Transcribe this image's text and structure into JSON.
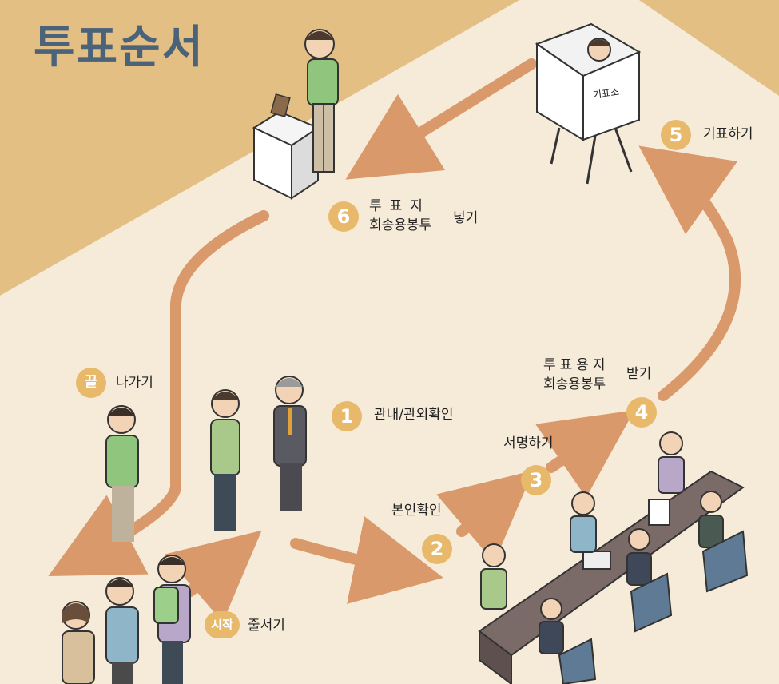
{
  "title": "투표순서",
  "colors": {
    "background": "#f6ebd8",
    "band": "#e3bf84",
    "arrow": "#d9996a",
    "badge": "#e8b96a",
    "title": "#4a627a"
  },
  "steps": {
    "start": {
      "badge": "시작",
      "label": "줄서기"
    },
    "s1": {
      "badge": "1",
      "label": "관내/관외확인"
    },
    "s2": {
      "badge": "2",
      "label": "본인확인"
    },
    "s3": {
      "badge": "3",
      "label": "서명하기"
    },
    "s4": {
      "badge": "4",
      "line1": "투표용지",
      "line2": "회송용봉투",
      "suffix": "받기"
    },
    "s5": {
      "badge": "5",
      "label": "기표하기"
    },
    "s6": {
      "badge": "6",
      "line1": "투표지",
      "line2": "회송용봉투",
      "suffix": "넣기"
    },
    "end": {
      "badge": "끝",
      "label": "나가기"
    }
  },
  "booth_sign": "기표소"
}
